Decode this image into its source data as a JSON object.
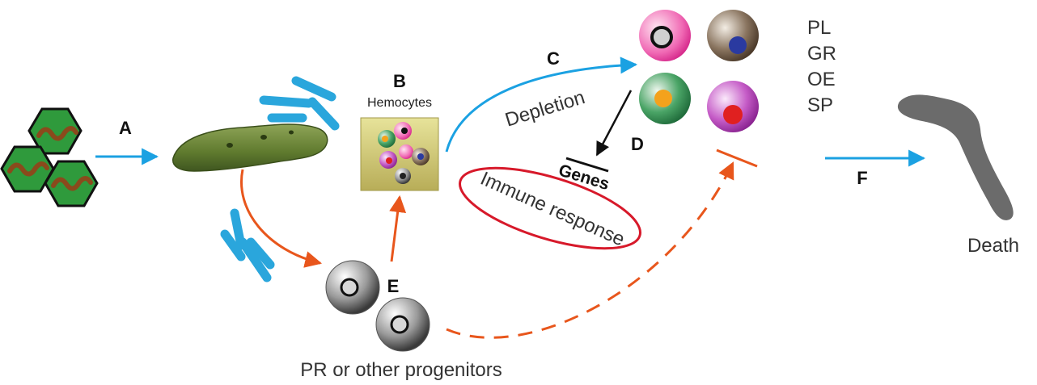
{
  "labels": {
    "step_a": "A",
    "step_b": "B",
    "step_c": "C",
    "step_d": "D",
    "step_e": "E",
    "step_f": "F",
    "hemocytes": "Hemocytes",
    "depletion": "Depletion",
    "genes": "Genes",
    "immune_response": "Immune response",
    "progenitors": "PR or other progenitors",
    "death": "Death"
  },
  "cell_types": [
    "PL",
    "GR",
    "OE",
    "SP"
  ],
  "colors": {
    "blue_arrow": "#1ba1e2",
    "orange_arrow": "#e8561c",
    "red_ellipse": "#d7192a",
    "virus_fill": "#2f9a3c",
    "larva_green": "#6f8a3a",
    "dead_larva": "#6b6b6b",
    "rod_blue": "#2aa6dc"
  }
}
